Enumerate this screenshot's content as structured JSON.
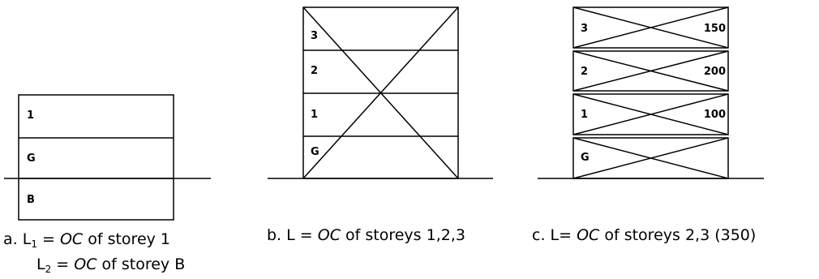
{
  "figure_a": {
    "storeys": [
      "1",
      "G",
      "B"
    ],
    "caption_line1": {
      "prefix": "a.  L",
      "sub": "1",
      "mid": " = ",
      "ital": "OC",
      "rest": " of storey 1"
    },
    "caption_line2": {
      "prefix": "L",
      "sub": "2",
      "mid": " = ",
      "ital": "OC",
      "rest": " of storey B"
    }
  },
  "figure_b": {
    "storeys": [
      "3",
      "2",
      "1",
      "G"
    ],
    "caption": {
      "prefix": "b.  L = ",
      "ital": "OC",
      "rest": " of storeys 1,2,3"
    }
  },
  "figure_c": {
    "storeys": [
      {
        "label": "3",
        "value": "150"
      },
      {
        "label": "2",
        "value": "200"
      },
      {
        "label": "1",
        "value": "100"
      },
      {
        "label": "G",
        "value": ""
      }
    ],
    "caption": {
      "prefix": "c.  L= ",
      "ital": "OC",
      "rest": " of storeys 2,3 (350)"
    }
  }
}
